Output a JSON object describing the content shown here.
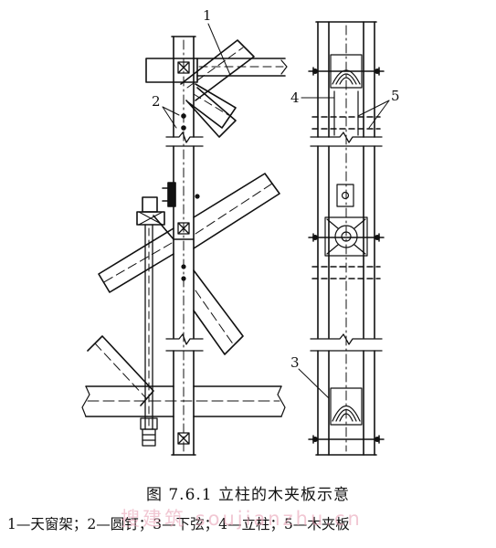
{
  "callouts": {
    "c1": "1",
    "c2": "2",
    "c3": "3",
    "c4": "4",
    "c5": "5"
  },
  "caption": "图 7.6.1   立柱的木夹板示意",
  "legend": "1—天窗架；2—圆钉；3—下弦；4—立柱；5—木夹板",
  "watermark": "搜建筑  soujianzhu.cn"
}
